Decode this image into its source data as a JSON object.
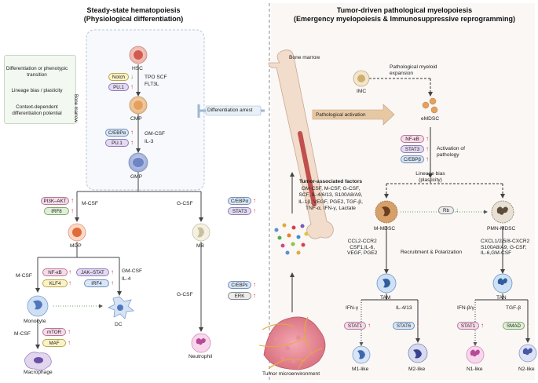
{
  "left_title": {
    "line1": "Steady-state hematopoiesis",
    "line2": "(Physiological differentiation)"
  },
  "right_title": {
    "line1": "Tumor-driven pathological myelopoiesis",
    "line2": "(Emergency myelopoiesis & Immunosuppressive reprogramming)"
  },
  "legend": {
    "item1": "Differentiation or phenotypic transition",
    "item2": "Lineage bias / plasticity",
    "item3": "Context-dependent differentiation potential"
  },
  "left": {
    "bone_marrow": "Bone marrow",
    "cells": {
      "hsc": "HSC",
      "cmp": "CMP",
      "gmp": "GMP",
      "mdp": "MDP",
      "mb": "MB",
      "monocyte": "Monocyte",
      "dc": "DC",
      "macrophage": "Macrophage",
      "neutrophil": "Neutrophil"
    },
    "factors": {
      "tpo_scf": "TPO  SCF",
      "flt3l": "FLT3L",
      "gm_csf": "GM-CSF",
      "il3": "IL-3",
      "m_csf_mdp": "M-CSF",
      "g_csf_mb": "G-CSF",
      "gm_csf_dc": "GM-CSF",
      "il4": "IL-4",
      "m_csf_mono": "M-CSF",
      "g_csf_neut": "G-CSF",
      "m_csf_mac": "M-CSF"
    },
    "pills": {
      "notch": "Notch",
      "pu1_a": "PU.1",
      "cebpa_a": "C/EBPα",
      "pu1_b": "PU.1",
      "pi3k": "PI3K–AKT",
      "irf8": "IRF8",
      "cebpa_b": "C/EBPα",
      "stat3": "STAT3",
      "nfkb": "NF-κB",
      "jakstat": "JAK–STAT",
      "klf4": "KLF4",
      "irf4": "IRF4",
      "cebpe": "C/EBPε",
      "erk": "ERK",
      "mtor": "mTOR",
      "maf": "MAF"
    }
  },
  "arrest": "Differentiation arrest",
  "right": {
    "bone_marrow": "Bone marrow",
    "imc": "IMC",
    "pathological_myeloid_expansion": "Pathological myeloid expansion",
    "pathological_activation": "Pathological activation",
    "emdsc": "eMDSC",
    "activation_of_pathology": "Activation of pathology",
    "pills": {
      "nfkb": "NF-κB",
      "stat3": "STAT3",
      "cebpb": "C/EBPβ",
      "rb": "Rb",
      "stat1_a": "STAT1",
      "stat6": "STAT6",
      "stat1_b": "STAT1",
      "smad": "SMAD"
    },
    "lineage_bias": "Lineage bias (plasticity)",
    "tumor_factors_title": "Tumor-associated factors",
    "tumor_factors": [
      "GM-CSF, M-CSF, G-CSF,",
      "SCF, IL-4/6/13, S100A8/A9,",
      "IL-1β, VEGF, PGE2, TGF-β,",
      "TNF-α, IFN-γ, Lactate"
    ],
    "m_mdsc": "M-MDSC",
    "pmn_mdsc": "PMN-MDSC",
    "mmdsc_factors": [
      "CCL2-CCR2",
      "CSF1,IL-6,",
      "VEGF, PGE2"
    ],
    "pmn_factors": [
      "CXCL1/2/5/8-CXCR2",
      "S100A8/A9, G-CSF,",
      "IL-6,GM-CSF"
    ],
    "recruitment": "Recruitment & Polarization",
    "tam": "TAM",
    "tan": "TAN",
    "ifn_gamma": "IFN-γ",
    "il413": "IL-4/13",
    "ifn_beta": "IFN-β/γ",
    "tgf_beta": "TGF-β",
    "m1": "M1-like",
    "m2": "M2-like",
    "n1": "N1-like",
    "n2": "N2-like",
    "tme": "Tumor microenvironment"
  },
  "colors": {
    "up_arrow": "#e0302a",
    "down_arrow": "#3aa246",
    "divider": "#8a8a8a",
    "bone": "#f2dccb",
    "marrow": "#c0504d"
  }
}
